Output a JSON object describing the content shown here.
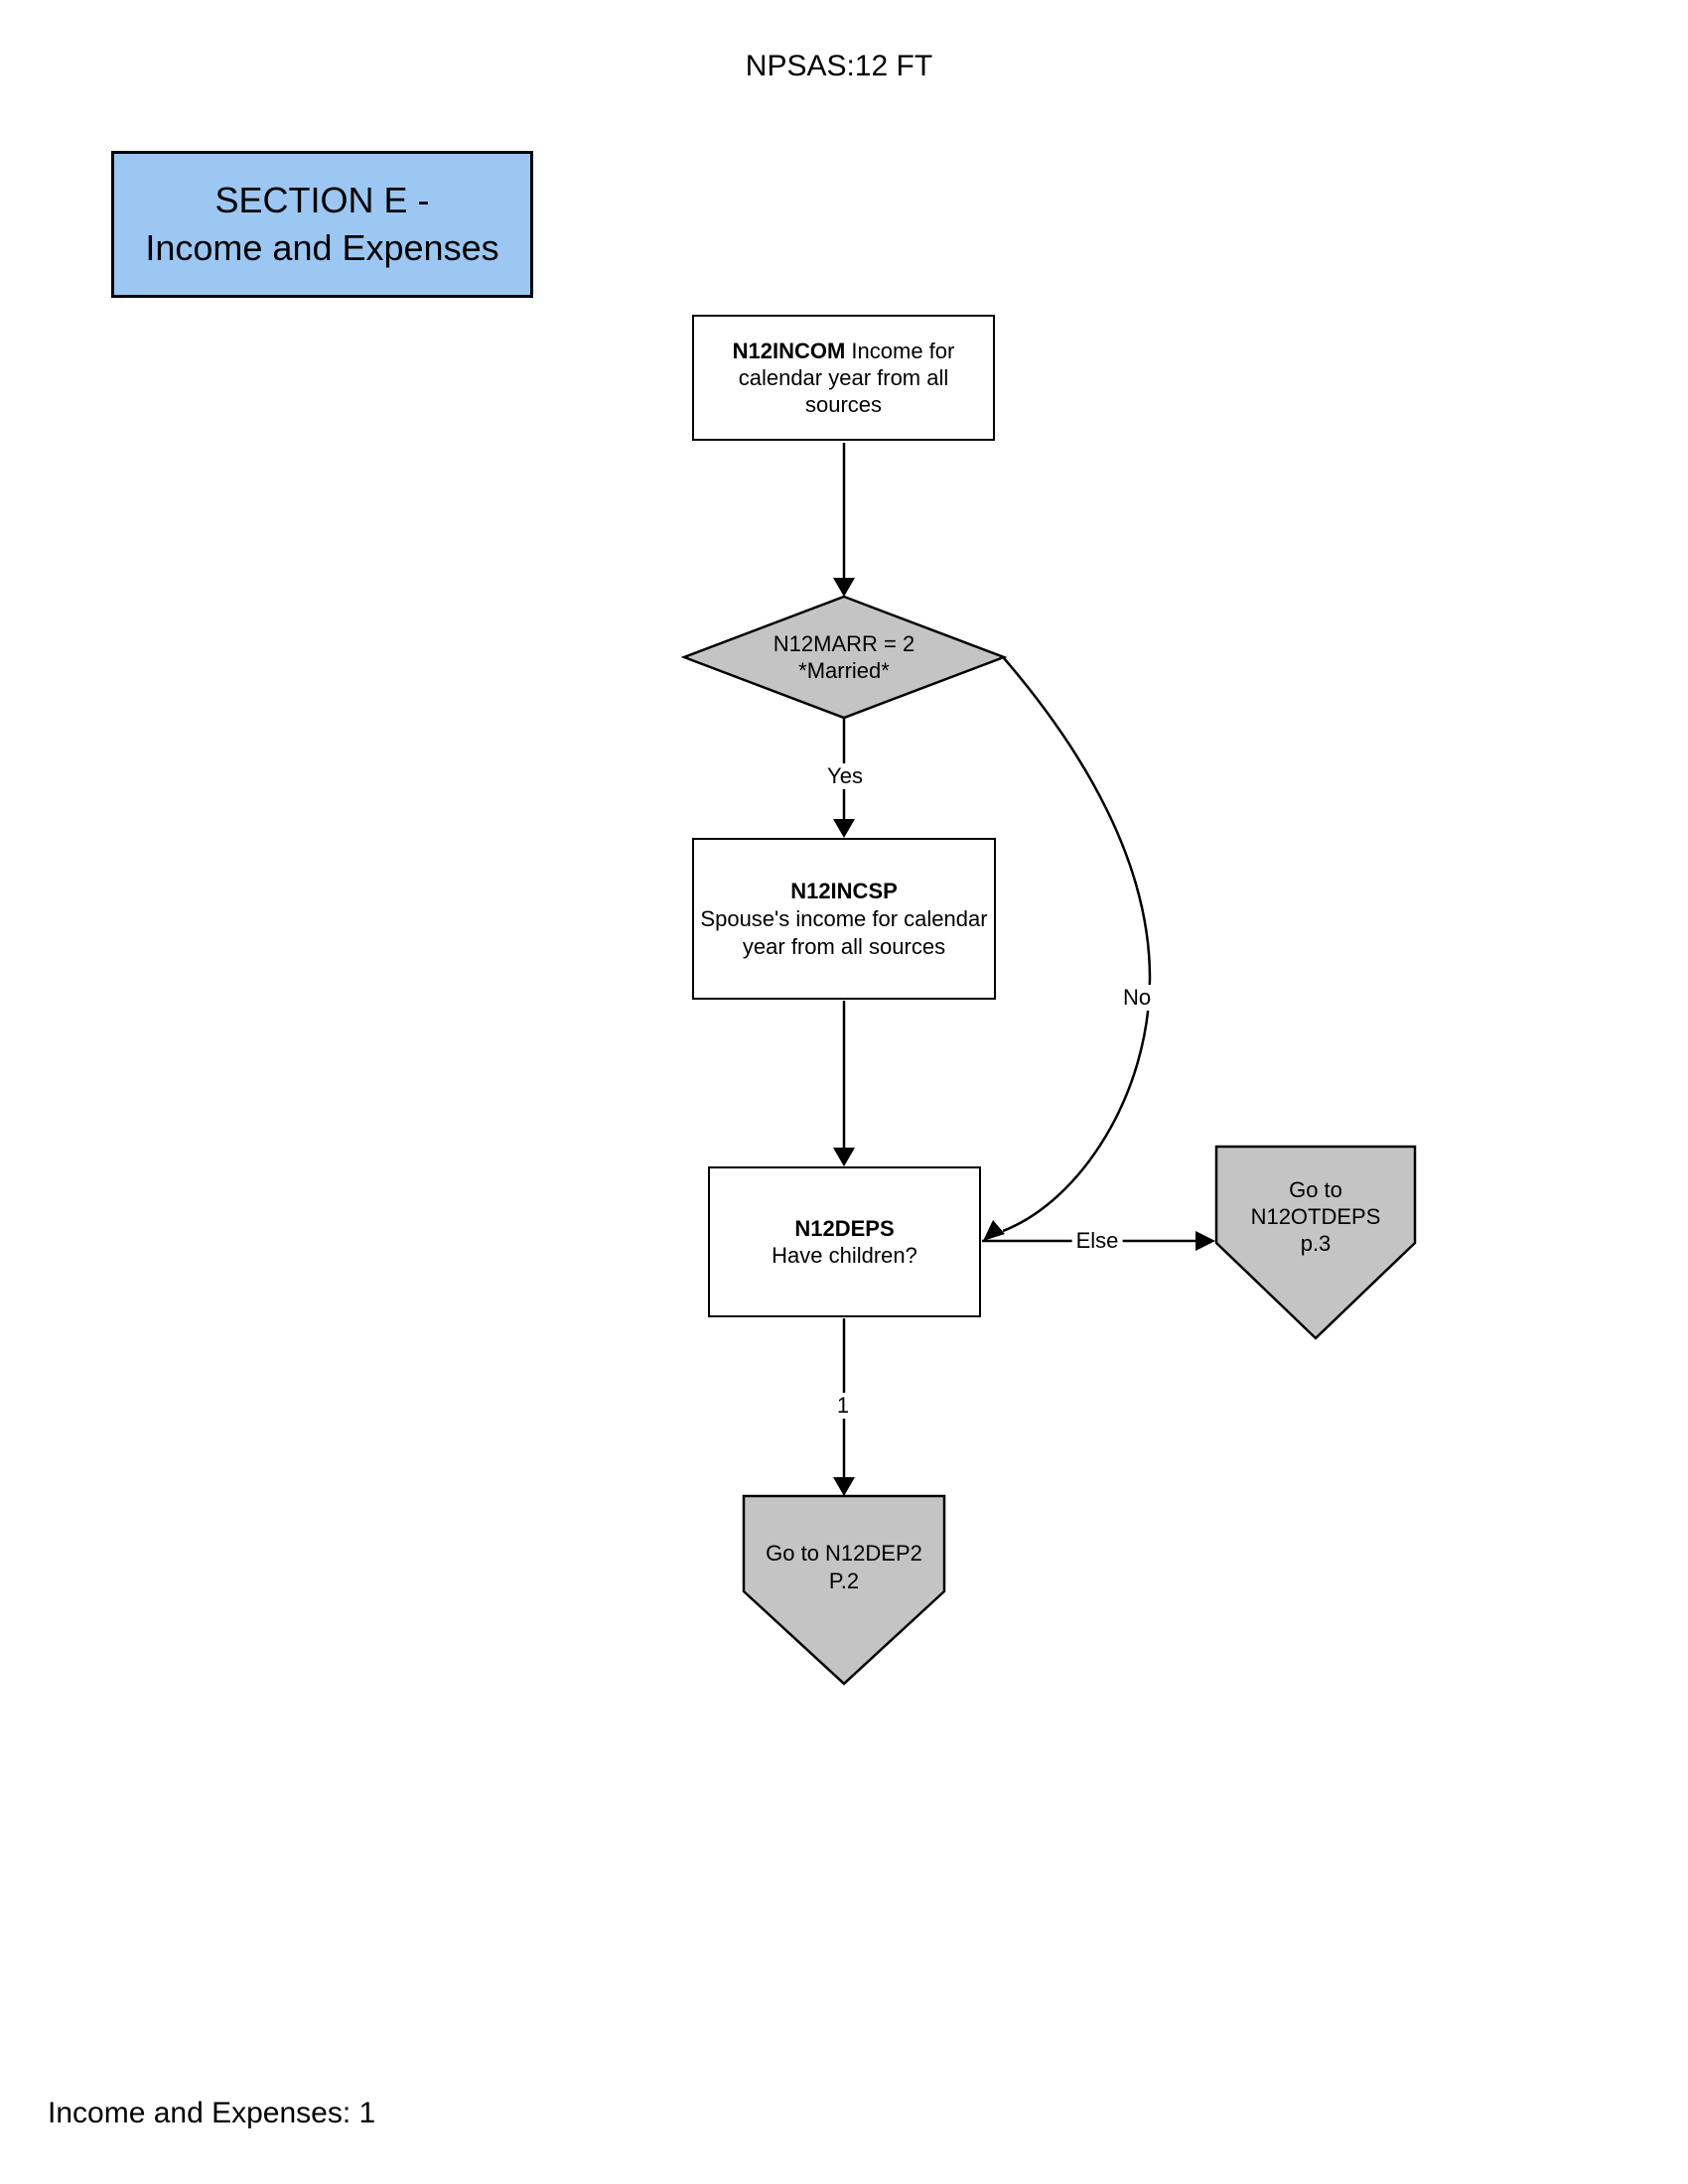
{
  "page": {
    "title": "NPSAS:12 FT",
    "footer": "Income and Expenses: 1"
  },
  "banner": {
    "line1": "SECTION E -",
    "line2": "Income and Expenses"
  },
  "nodes": {
    "n12incom": {
      "code": "N12INCOM",
      "line1_rest": " Income for",
      "line2": "calendar year from all",
      "line3": "sources"
    },
    "n12marr": {
      "line1": "N12MARR = 2",
      "line2": "*Married*"
    },
    "n12incsp": {
      "code": "N12INCSP",
      "line2": "Spouse's income for calendar",
      "line3": "year from all sources"
    },
    "n12deps": {
      "code": "N12DEPS",
      "line2": "Have children?"
    },
    "goto_otdeps": {
      "line1": "Go to",
      "line2": "N12OTDEPS",
      "line3": "p.3"
    },
    "goto_dep2": {
      "line1": "Go to N12DEP2",
      "line2": "P.2"
    }
  },
  "edges": {
    "yes": "Yes",
    "no": "No",
    "else_label": "Else",
    "one": "1"
  },
  "colors": {
    "banner_fill": "#9CC7F2",
    "node_gray": "#C4C4C4",
    "line": "#000000"
  }
}
